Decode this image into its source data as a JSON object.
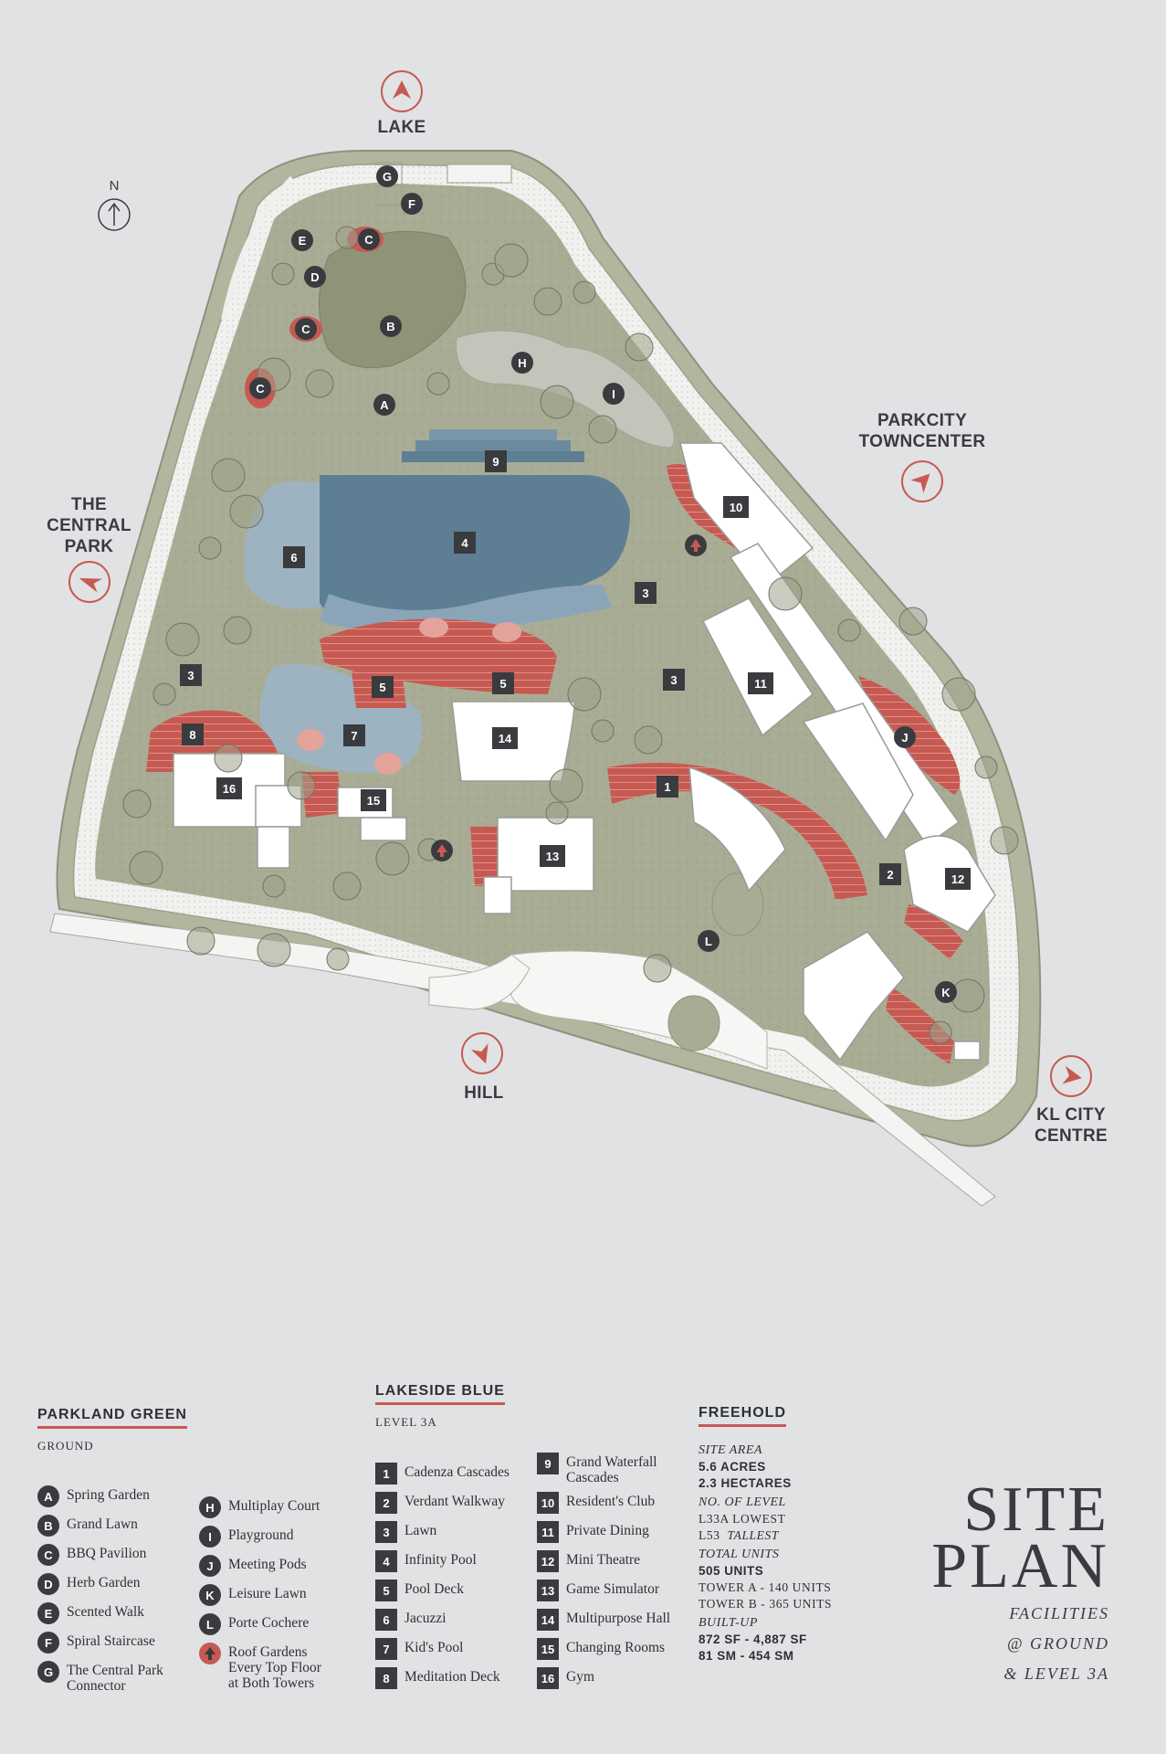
{
  "map": {
    "directions": {
      "lake": "LAKE",
      "central_park": [
        "THE",
        "CENTRAL",
        "PARK"
      ],
      "parkcity": [
        "PARKCITY",
        "TOWNCENTER"
      ],
      "hill": "HILL",
      "kl_city": [
        "KL CITY",
        "CENTRE"
      ]
    },
    "north_label": "N",
    "colors": {
      "background": "#e1e2e4",
      "lawn": "#a9ac94",
      "paving": "#f3f3f3",
      "pool_deep": "#5e7f93",
      "pool_light": "#9db3c2",
      "deck": "#c65a52",
      "building": "#ffffff",
      "accent": "#c65a52",
      "badge": "#3a3b3e"
    },
    "markers": {
      "letters": [
        "A",
        "B",
        "C",
        "C",
        "C",
        "D",
        "E",
        "F",
        "G",
        "H",
        "I",
        "J",
        "K",
        "L"
      ],
      "numbers": [
        "1",
        "2",
        "3",
        "3",
        "3",
        "4",
        "5",
        "5",
        "6",
        "7",
        "8",
        "9",
        "10",
        "11",
        "12",
        "13",
        "14",
        "15",
        "16"
      ]
    }
  },
  "parkland_green": {
    "title": "PARKLAND GREEN",
    "subtitle": "GROUND",
    "col1": [
      {
        "key": "A",
        "label": "Spring Garden"
      },
      {
        "key": "B",
        "label": "Grand Lawn"
      },
      {
        "key": "C",
        "label": "BBQ Pavilion"
      },
      {
        "key": "D",
        "label": "Herb Garden"
      },
      {
        "key": "E",
        "label": "Scented Walk"
      },
      {
        "key": "F",
        "label": "Spiral Staircase"
      },
      {
        "key": "G",
        "label": "The Central Park Connector"
      }
    ],
    "col2": [
      {
        "key": "H",
        "label": "Multiplay Court"
      },
      {
        "key": "I",
        "label": "Playground"
      },
      {
        "key": "J",
        "label": "Meeting Pods"
      },
      {
        "key": "K",
        "label": "Leisure Lawn"
      },
      {
        "key": "L",
        "label": "Porte Cochere"
      }
    ],
    "roof_gardens": {
      "icon": "tree-icon",
      "label": "Roof Gardens Every Top Floor at Both Towers"
    }
  },
  "lakeside_blue": {
    "title": "LAKESIDE BLUE",
    "subtitle": "LEVEL 3A",
    "col1": [
      {
        "key": "1",
        "label": "Cadenza Cascades"
      },
      {
        "key": "2",
        "label": "Verdant Walkway"
      },
      {
        "key": "3",
        "label": "Lawn"
      },
      {
        "key": "4",
        "label": "Infinity Pool"
      },
      {
        "key": "5",
        "label": "Pool Deck"
      },
      {
        "key": "6",
        "label": "Jacuzzi"
      },
      {
        "key": "7",
        "label": "Kid's Pool"
      },
      {
        "key": "8",
        "label": "Meditation Deck"
      }
    ],
    "col2": [
      {
        "key": "9",
        "label": "Grand Waterfall Cascades"
      },
      {
        "key": "10",
        "label": "Resident's Club"
      },
      {
        "key": "11",
        "label": "Private Dining"
      },
      {
        "key": "12",
        "label": "Mini Theatre"
      },
      {
        "key": "13",
        "label": "Game Simulator"
      },
      {
        "key": "14",
        "label": "Multipurpose Hall"
      },
      {
        "key": "15",
        "label": "Changing Rooms"
      },
      {
        "key": "16",
        "label": "Gym"
      }
    ]
  },
  "freehold": {
    "title": "FREEHOLD",
    "site_area_label": "SITE AREA",
    "site_area_acres": "5.6 ACRES",
    "site_area_hectares": "2.3 HECTARES",
    "levels_label": "NO. OF LEVEL",
    "levels_lowest": "L33A LOWEST",
    "levels_tallest_num": "L53",
    "levels_tallest_word": "TALLEST",
    "units_label": "TOTAL UNITS",
    "units_total": "505 UNITS",
    "tower_a": "TOWER A - 140 UNITS",
    "tower_b": "TOWER B - 365 UNITS",
    "builtup_label": "BUILT-UP",
    "builtup_sf": "872 SF - 4,887 SF",
    "builtup_sm": "81 SM - 454 SM"
  },
  "site_plan": {
    "title_line1": "SITE",
    "title_line2": "PLAN",
    "subtitle_line1": "FACILITIES",
    "subtitle_line2": "@ GROUND",
    "subtitle_line3": "& LEVEL 3A"
  }
}
